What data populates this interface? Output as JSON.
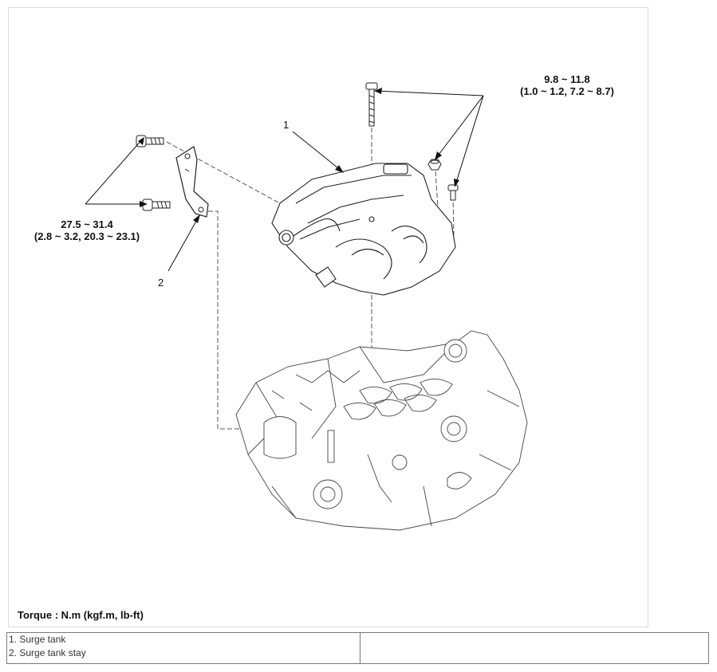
{
  "callouts": {
    "part1_number": "1",
    "part2_number": "2",
    "torque_top_line1": "9.8 ~ 11.8",
    "torque_top_line2": "(1.0 ~ 1.2, 7.2 ~ 8.7)",
    "torque_left_line1": "27.5 ~ 31.4",
    "torque_left_line2": "(2.8 ~ 3.2, 20.3 ~ 23.1)"
  },
  "caption": "Torque : N.m (kgf.m, lb-ft)",
  "legend": {
    "items": [
      "1. Surge tank",
      "2. Surge tank stay"
    ],
    "right_cell": ""
  }
}
